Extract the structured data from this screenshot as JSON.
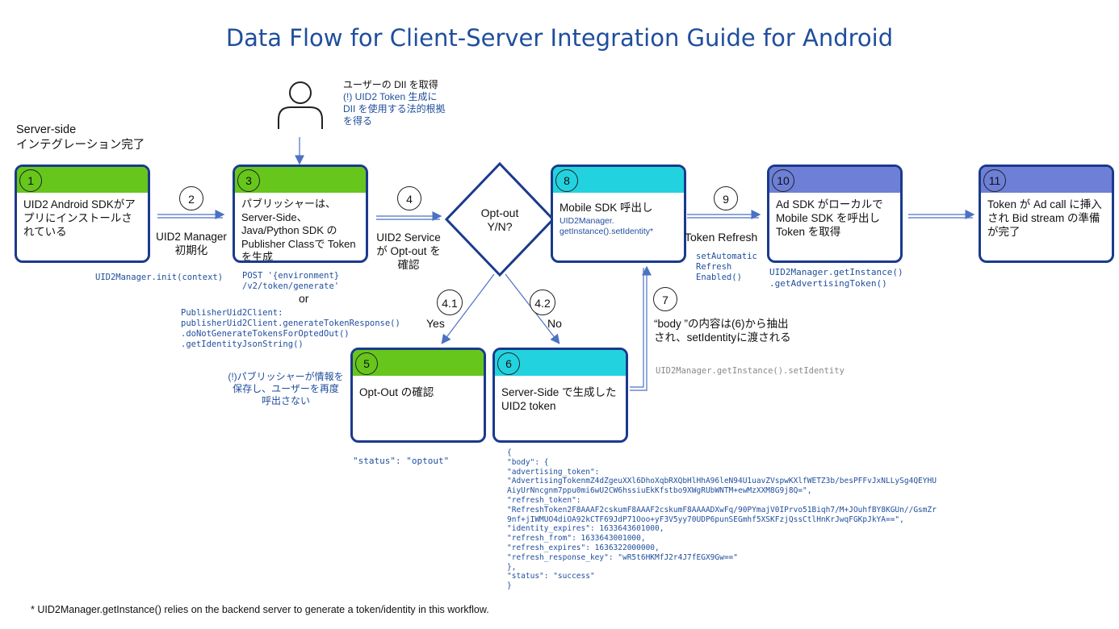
{
  "title": "Data Flow for Client-Server Integration Guide for Android",
  "server_side": [
    "Server-side",
    "インテグレーション完了"
  ],
  "user_note": {
    "line1": "ユーザーの DII を取得",
    "note": [
      "(!) UID2 Token 生成に",
      "DII を使用する法的根拠",
      "を得る"
    ]
  },
  "steps": {
    "s1": {
      "num": "1",
      "text": "UID2 Android SDKがアプリにインストールされている"
    },
    "s2": {
      "num": "2",
      "label": [
        "UID2 Manager",
        "初期化"
      ],
      "code": "UID2Manager.init(context)"
    },
    "s3": {
      "num": "3",
      "text": "パブリッシャーは、Server-Side、Java/Python SDK の Publisher Classで Token を生成",
      "code_post": [
        "POST '{environment}",
        "/v2/token/generate'"
      ],
      "or": "or",
      "code_client": [
        "PublisherUid2Client:",
        "publisherUid2Client.generateTokenResponse()",
        ".doNotGenerateTokensForOptedOut()",
        ".getIdentityJsonString()"
      ]
    },
    "s4": {
      "num": "4",
      "label": [
        "UID2 Service",
        "が Opt-out を",
        "確認"
      ]
    },
    "decision": {
      "text": [
        "Opt-out",
        "Y/N?"
      ]
    },
    "s41": {
      "num": "4.1",
      "label": "Yes"
    },
    "s42": {
      "num": "4.2",
      "label": "No"
    },
    "s5": {
      "num": "5",
      "text": "Opt-Out の確認",
      "note": [
        "(!)パブリッシャーが情報を",
        "保存し、ユーザーを再度",
        "呼出さない"
      ],
      "code": "\"status\": \"optout\""
    },
    "s6": {
      "num": "6",
      "text": "Server-Side で生成したUID2 token"
    },
    "s7": {
      "num": "7",
      "label": [
        "“body ”の内容は(6)から抽出",
        "され、setIdentityに渡される"
      ],
      "code": "UID2Manager.getInstance().setIdentity"
    },
    "s8": {
      "num": "8",
      "text": "Mobile SDK 呼出し",
      "code": [
        "UID2Manager.",
        "getInstance().setIdentity*"
      ]
    },
    "s9": {
      "num": "9",
      "label": "Token Refresh",
      "code": [
        "setAutomatic",
        "Refresh",
        "Enabled()"
      ]
    },
    "s10": {
      "num": "10",
      "text": "Ad SDK がローカルで Mobile SDK を呼出し Token を取得",
      "code": [
        "UID2Manager.getInstance()",
        ".getAdvertisingToken()"
      ]
    },
    "s11": {
      "num": "11",
      "text": "Token が Ad call に挿入され Bid stream の準備が完了"
    }
  },
  "json_lines": [
    "{",
    "\"body\": {",
    "\"advertising_token\":",
    "\"AdvertisingTokenmZ4dZgeuXXl6DhoXqbRXQbHlHhA96leN94U1uavZVspwKXlfWETZ3b/besPFFvJxNLLySg4QEYHU",
    "AiyUrNncgnm7ppu0mi6wU2CW6hssiuEkKfstbo9XWgRUbWNTM+ewMzXXM8G9j8Q=\",",
    "\"refresh_token\":",
    "\"RefreshToken2F8AAAF2cskumF8AAAF2cskumF8AAAADXwFq/90PYmajV0IPrvo51Biqh7/M+JOuhfBY8KGUn//GsmZr",
    "9nf+jIWMUO4diOA92kCTF69JdP71Ooo+yF3V5yy70UDP6punSEGmhf5XSKFzjQssCtlHnKrJwqFGKpJkYA==\",",
    "\"identity_expires\": 1633643601000,",
    "\"refresh_from\": 1633643001000,",
    "\"refresh_expires\": 1636322000000,",
    "\"refresh_response_key\": \"wR5t6HKMfJ2r4J7fEGX9Gw==\"",
    "},",
    "\"status\": \"success\"",
    "}"
  ],
  "footnote": "* UID2Manager.getInstance() relies on the backend server to generate a token/identity in this workflow.",
  "icons": {
    "person": "person-icon"
  },
  "colors": {
    "green": "#66c61c",
    "cyan": "#22d3df",
    "purple": "#6d7fd6",
    "border": "#1a3a8c",
    "arrow": "#4a72c4"
  }
}
